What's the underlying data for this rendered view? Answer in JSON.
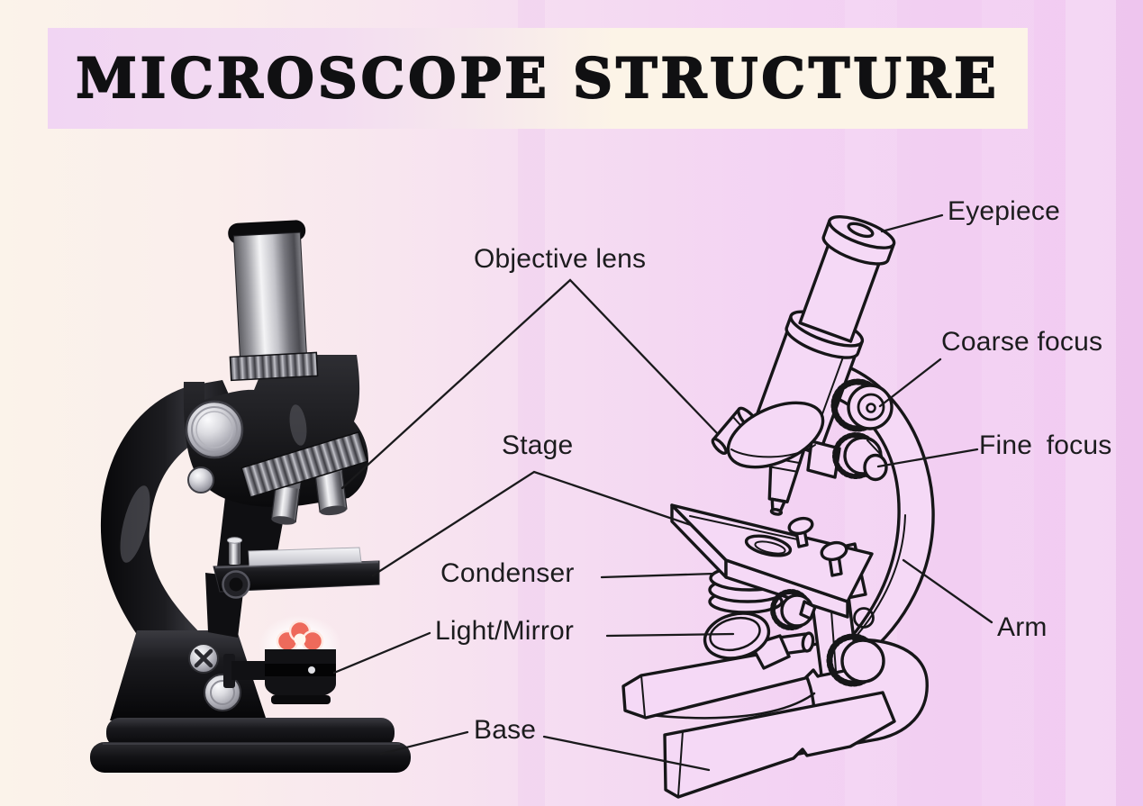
{
  "title": "MICROSCOPE STRUCTURE",
  "labels": {
    "eyepiece": "Eyepiece",
    "objective_lens": "Objective lens",
    "coarse_focus": "Coarse focus",
    "fine_focus": "Fine focus",
    "stage": "Stage",
    "condenser": "Condenser",
    "light_mirror": "Light/Mirror",
    "arm": "Arm",
    "base": "Base"
  },
  "colors": {
    "background_left": "#fbf3ea",
    "background_right": "#f1cbf1",
    "banner_pink": "#f1d5f3",
    "banner_cream": "#fcf4e7",
    "title_text": "#101012",
    "label_text": "#1c1c1e",
    "line_art_stroke": "#161618",
    "line_art_fill": "#f5d9f6",
    "microscope_body": "#121215",
    "metal_silver": "#c7c7cc",
    "lamp_light": "#ee6a5b"
  }
}
